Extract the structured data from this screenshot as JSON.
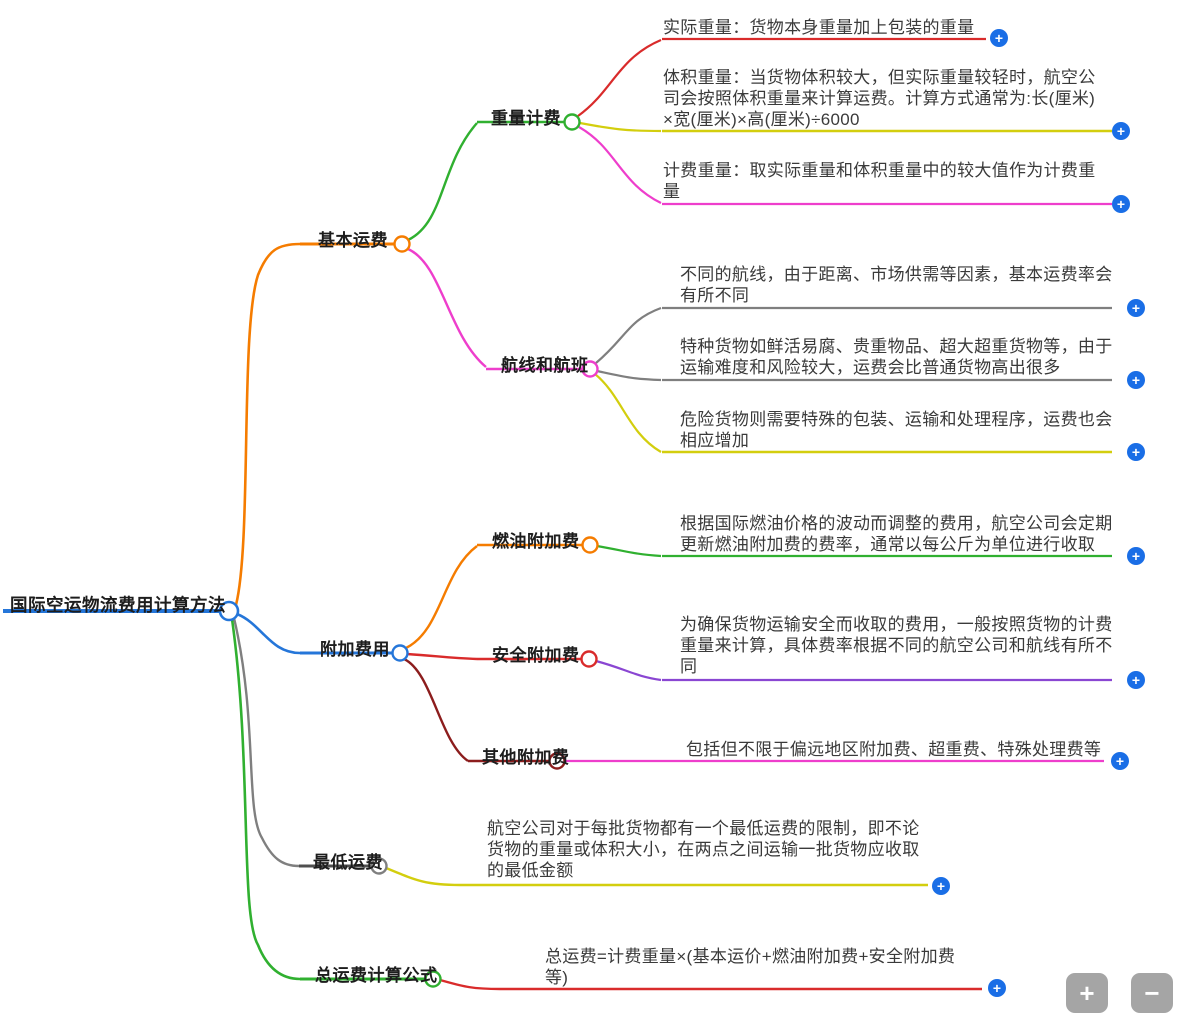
{
  "nodes": {
    "root": "国际空运物流费用计算方法",
    "basic_freight": "基本运费",
    "weight_billing": "重量计费",
    "route_flight": "航线和航班",
    "surcharges": "附加费用",
    "fuel_surcharge": "燃油附加费",
    "security_surcharge": "安全附加费",
    "other_surcharge": "其他附加费",
    "minimum_freight": "最低运费",
    "total_formula": "总运费计算公式"
  },
  "leaves": {
    "actual_weight": "实际重量：货物本身重量加上包装的重量",
    "volume_weight": "体积重量：当货物体积较大，但实际重量较轻时，航空公司会按照体积重量来计算运费。计算方式通常为:长(厘米)×宽(厘米)×高(厘米)÷6000",
    "chargeable_weight": "计费重量：取实际重量和体积重量中的较大值作为计费重量",
    "route_rates": "不同的航线，由于距离、市场供需等因素，基本运费率会有所不同",
    "special_cargo": "特种货物如鲜活易腐、贵重物品、超大超重货物等，由于运输难度和风险较大，运费会比普通货物高出很多",
    "dangerous_cargo": "危险货物则需要特殊的包装、运输和处理程序，运费也会相应增加",
    "fuel_desc": "根据国际燃油价格的波动而调整的费用，航空公司会定期更新燃油附加费的费率，通常以每公斤为单位进行收取",
    "security_desc": "为确保货物运输安全而收取的费用，一般按照货物的计费重量来计算，具体费率根据不同的航空公司和航线有所不同",
    "other_desc": "包括但不限于偏远地区附加费、超重费、特殊处理费等",
    "minimum_desc": "航空公司对于每批货物都有一个最低运费的限制，即不论货物的重量或体积大小，在两点之间运输一批货物应收取的最低金额",
    "formula_desc": "总运费=计费重量×(基本运价+燃油附加费+安全附加费等)"
  },
  "controls": {
    "expand": "+",
    "zoom_in": "+",
    "zoom_out": "−"
  },
  "colors": {
    "root_blue": "#2576d9",
    "orange": "#f57c00",
    "green": "#30b030",
    "magenta": "#ee3ecc",
    "red": "#d92b2b",
    "yellow": "#d3ce0e",
    "gray": "#7f7f7f",
    "dark_gray": "#4f4f4f",
    "purple": "#8a46d2",
    "maroon": "#8c1d1d",
    "expand_button_blue": "#1a6ee6",
    "zoom_button_gray": "#a5a5a5"
  }
}
